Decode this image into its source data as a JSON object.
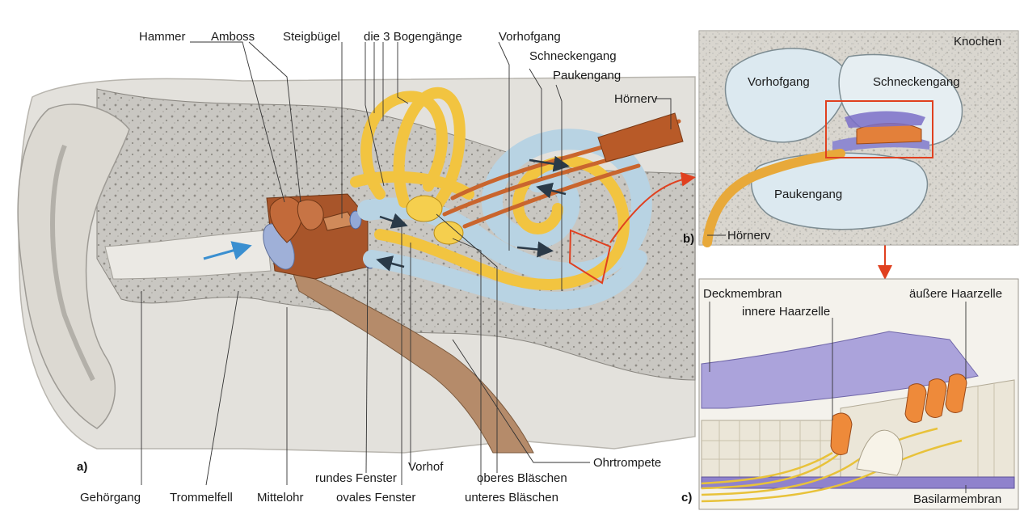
{
  "panels": {
    "a": "a)",
    "b": "b)",
    "c": "c)"
  },
  "panel_a_labels": {
    "hammer": "Hammer",
    "amboss": "Amboss",
    "steigbuegel": "Steigbügel",
    "bogengaenge": "die 3 Bogengänge",
    "vorhofgang": "Vorhofgang",
    "schneckengang": "Schneckengang",
    "paukengang": "Paukengang",
    "hoernerv": "Hörnerv",
    "gehoergang": "Gehörgang",
    "trommelfell": "Trommelfell",
    "mittelohr": "Mittelohr",
    "rundes_fenster": "rundes Fenster",
    "ovales_fenster": "ovales Fenster",
    "vorhof": "Vorhof",
    "oberes_blaeschen": "oberes Bläschen",
    "unteres_blaeschen": "unteres Bläschen",
    "ohrtrompete": "Ohrtrompete"
  },
  "panel_b_labels": {
    "knochen": "Knochen",
    "vorhofgang": "Vorhofgang",
    "schneckengang": "Schneckengang",
    "paukengang": "Paukengang",
    "hoernerv": "Hörnerv"
  },
  "panel_c_labels": {
    "deckmembran": "Deckmembran",
    "innere_haarzelle": "innere Haarzelle",
    "aeussere_haarzelle": "äußere Haarzelle",
    "basilarmembran": "Basilarmembran"
  },
  "colors": {
    "bone": "#c9c7c2",
    "bone_dark": "#9e9b95",
    "skin": "#e6e4df",
    "fluid_blue": "#b8d3e3",
    "labyrinth_yellow": "#f2c440",
    "ossicle_brown": "#a8552a",
    "nerve_orange": "#c9652e",
    "callout_red": "#e0401f",
    "arrow_blue": "#3a8fd0",
    "membrane_purple": "#9a8fd0"
  }
}
